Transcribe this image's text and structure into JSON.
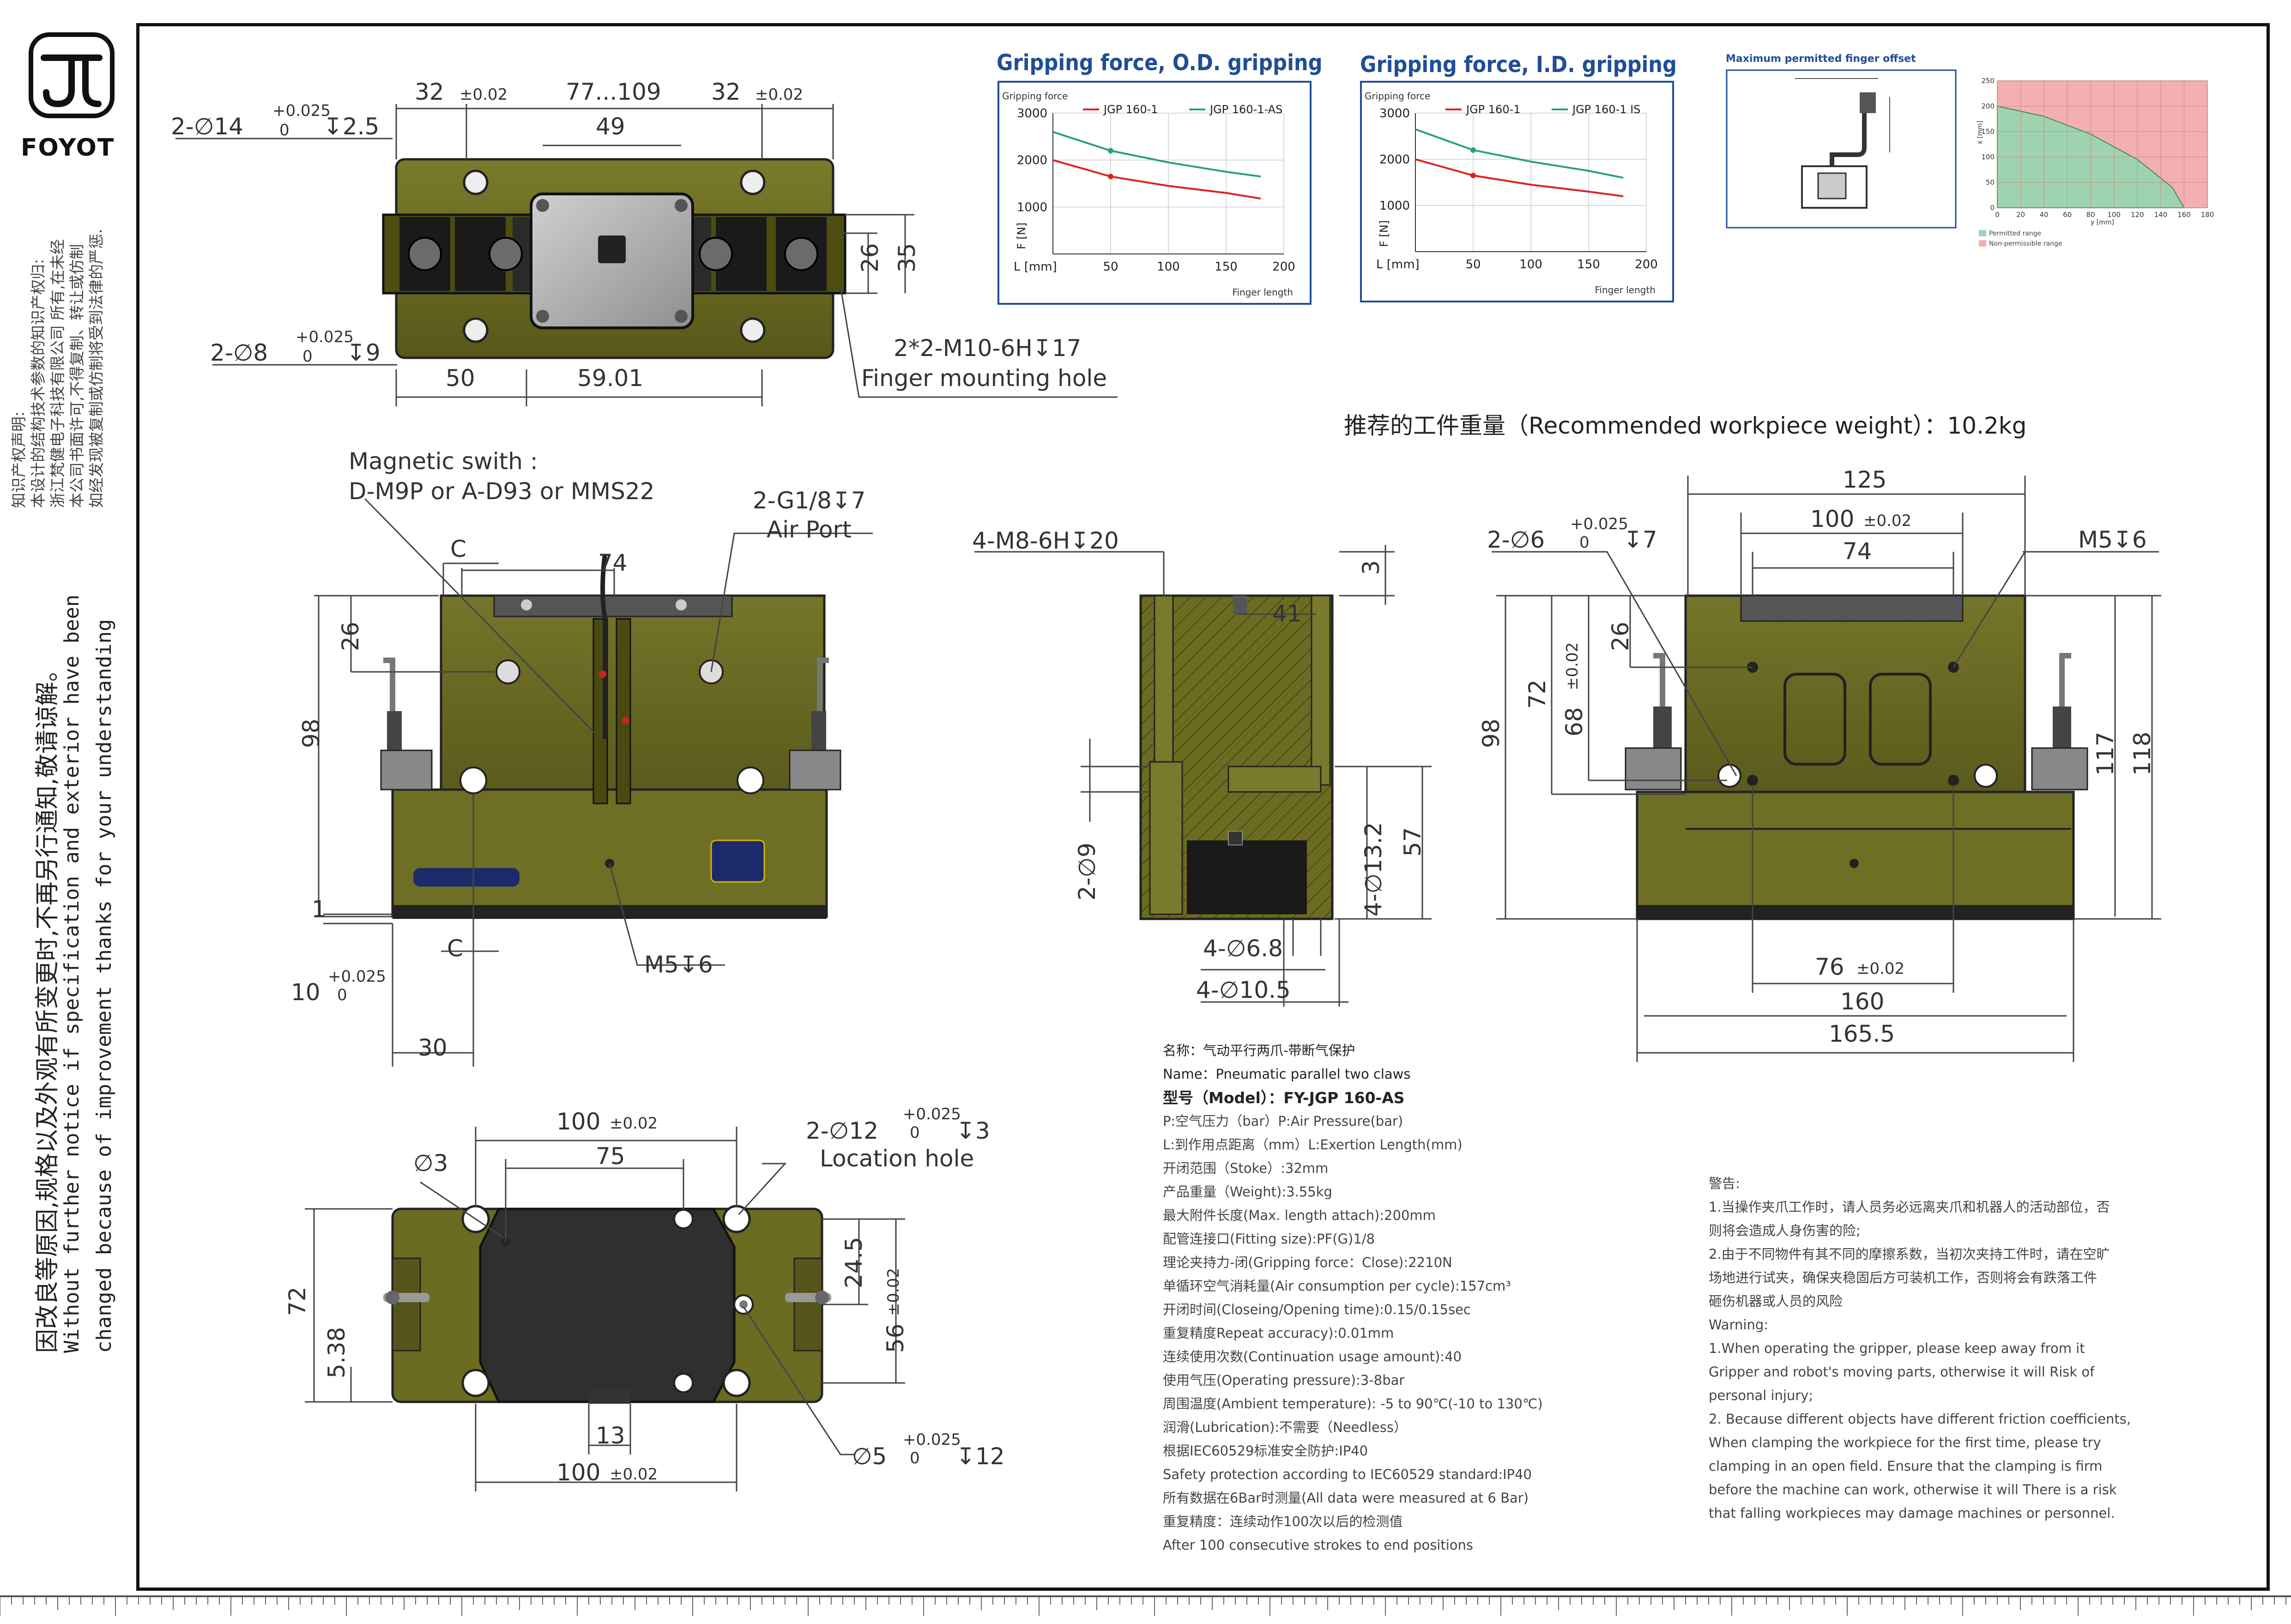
{
  "brand": {
    "name": "FOYOT"
  },
  "side_notes": {
    "ip_title": "知识产权声明:",
    "ip_lines": [
      "本设计的结构技术参数的知识产权归:",
      "浙江梵健电子科技有限公司 所有,在未经",
      "本公司书面许可,不得复制、转让或仿制",
      "如经发现被复制或仿制将受到法律的严惩."
    ],
    "change_cn": "因改良等原因,规格以及外观有所变更时,不再另行通知,敬请谅解。",
    "change_en_1": "Without further notice if specification and exterior have been",
    "change_en_2": "changed because of improvement thanks for your understanding"
  },
  "top_view": {
    "dims": {
      "d32_left": "32",
      "tol_left": "±0.02",
      "d77_109": "77...109",
      "d32_right": "32",
      "tol_right": "±0.02",
      "d49": "49",
      "hole14": "2-∅14",
      "hole14_tol_up": "+0.025",
      "hole14_tol_dn": "0",
      "hole14_depth": "↧2.5",
      "d26": "26",
      "d35": "35",
      "hole8": "2-∅8",
      "hole8_tol_up": "+0.025",
      "hole8_tol_dn": "0",
      "hole8_depth": "↧9",
      "d50": "50",
      "d59": "59.01",
      "finger_hole": "2*2-M10-6H↧17",
      "finger_label": "Finger mounting hole"
    }
  },
  "front_view": {
    "magnetic_label": "Magnetic swith :",
    "magnetic_models": "D-M9P or A-D93 or MMS22",
    "air_port": "2-G1/8↧7",
    "air_port_label": "Air Port",
    "section_c": "C",
    "d74": "74",
    "d26": "26",
    "d98": "98",
    "d1": "1",
    "m5": "M5↧6",
    "d10": "10",
    "d10_tol_up": "+0.025",
    "d10_tol_dn": "0",
    "d30": "30"
  },
  "section_view": {
    "tap": "4-M8-6H↧20",
    "d3": "3",
    "d41": "41",
    "d9": "2-∅9",
    "d13": "4-∅13.2",
    "d57": "57",
    "d68": "4-∅6.8",
    "d105": "4-∅10.5"
  },
  "side_view": {
    "d125": "125",
    "d100": "100",
    "d100_tol": "±0.02",
    "d74": "74",
    "hole6": "2-∅6",
    "hole6_tol_up": "+0.025",
    "hole6_tol_dn": "0",
    "hole6_depth": "↧7",
    "m5": "M5↧6",
    "d26": "26",
    "d72": "72",
    "d68": "68",
    "d68_tol": "±0.02",
    "d98": "98",
    "d117": "117",
    "d118": "118",
    "d76": "76",
    "d76_tol": "±0.02",
    "d160": "160",
    "d165": "165.5"
  },
  "bottom_view": {
    "d100_top": "100",
    "d100_top_tol": "±0.02",
    "d75": "75",
    "phi3": "∅3",
    "hole12": "2-∅12",
    "hole12_tol_up": "+0.025",
    "hole12_tol_dn": "0",
    "hole12_depth": "↧3",
    "location_label": "Location hole",
    "d72": "72",
    "d538": "5.38",
    "d245": "24.5",
    "d56": "56",
    "d56_tol": "±0.02",
    "d13": "13",
    "d100_bot": "100",
    "d100_bot_tol": "±0.02",
    "phi5": "∅5",
    "phi5_tol_up": "+0.025",
    "phi5_tol_dn": "0",
    "phi5_depth": "↧12"
  },
  "recommended_weight": "推荐的工件重量（Recommended workpiece weight）：10.2kg",
  "chart_data": [
    {
      "type": "line",
      "title": "Gripping force, O.D. gripping",
      "subtitle": "Gripping force",
      "ylabel": "F [N]",
      "xlabel": "L [mm]",
      "x_caption": "Finger length",
      "x": [
        0,
        50,
        100,
        150,
        200
      ],
      "ylim": [
        0,
        3000
      ],
      "xlim": [
        0,
        200
      ],
      "yticks": [
        1000,
        2000,
        3000
      ],
      "series": [
        {
          "name": "JGP 160-1",
          "color": "#e02020",
          "x": [
            0,
            50,
            100,
            150,
            180
          ],
          "y": [
            2000,
            1650,
            1450,
            1300,
            1180
          ]
        },
        {
          "name": "JGP 160-1-AS",
          "color": "#2aa070",
          "x": [
            0,
            50,
            100,
            150,
            180
          ],
          "y": [
            2600,
            2200,
            1950,
            1750,
            1650
          ]
        }
      ]
    },
    {
      "type": "line",
      "title": "Gripping force, I.D. gripping",
      "subtitle": "Gripping force",
      "ylabel": "F [N]",
      "xlabel": "L [mm]",
      "x_caption": "Finger length",
      "x": [
        0,
        50,
        100,
        150,
        200
      ],
      "ylim": [
        0,
        3000
      ],
      "xlim": [
        0,
        200
      ],
      "yticks": [
        1000,
        2000,
        3000
      ],
      "series": [
        {
          "name": "JGP 160-1",
          "color": "#e02020",
          "x": [
            0,
            50,
            100,
            150,
            180
          ],
          "y": [
            2000,
            1650,
            1450,
            1300,
            1200
          ]
        },
        {
          "name": "JGP 160-1 IS",
          "color": "#2aa070",
          "x": [
            0,
            50,
            100,
            150,
            180
          ],
          "y": [
            2650,
            2200,
            1950,
            1750,
            1600
          ]
        }
      ]
    },
    {
      "type": "area",
      "title": "Maximum permitted finger offset",
      "ylabel": "x [mm]",
      "xlabel": "y [mm]",
      "xticks": [
        0,
        20,
        40,
        60,
        80,
        100,
        120,
        140,
        160,
        180
      ],
      "yticks": [
        0,
        50,
        100,
        150,
        200,
        250
      ],
      "xlim": [
        0,
        180
      ],
      "ylim": [
        0,
        250
      ],
      "series": [
        {
          "name": "Permitted range",
          "color": "#9fd3b0",
          "x": [
            0,
            40,
            80,
            120,
            150,
            160
          ],
          "y": [
            200,
            180,
            145,
            95,
            40,
            0
          ]
        },
        {
          "name": "Non-permissible range",
          "color": "#f3b0b0"
        }
      ]
    }
  ],
  "specs": {
    "name_cn": "名称：气动平行两爪-带断气保护",
    "name_en": "Name：Pneumatic parallel two claws",
    "model": "型号（Model）：FY-JGP 160-AS",
    "lines": [
      "P:空气压力（bar）P:Air Pressure(bar)",
      "L:到作用点距离（mm）L:Exertion Length(mm)",
      "开闭范围（Stoke）:32mm",
      "产品重量（Weight):3.55kg",
      "最大附件长度(Max. length attach):200mm",
      "配管连接口(Fitting size):PF(G)1/8",
      "理论夹持力-闭(Gripping force：Close):2210N",
      "单循环空气消耗量(Air consumption per cycle):157cm³",
      "开闭时间(Closeing/Opening time):0.15/0.15sec",
      "重复精度Repeat accuracy):0.01mm",
      "连续使用次数(Continuation usage amount):40",
      "使用气压(Operating pressure):3-8bar",
      "周围温度(Ambient temperature): -5 to 90℃(-10 to 130℃)",
      "润滑(Lubrication):不需要（Needless）",
      "根据IEC60529标准安全防护:IP40",
      "Safety protection according to IEC60529 standard:IP40",
      "所有数据在6Bar时测量(All data were measured at 6 Bar)",
      "重复精度：连续动作100次以后的检测值",
      "After 100 consecutive strokes to end positions"
    ]
  },
  "warning": {
    "lines": [
      "警告:",
      "1.当操作夹爪工作时，请人员务必远离夹爪和机器人的活动部位，否",
      "则将会造成人身伤害的险;",
      "2.由于不同物件有其不同的摩擦系数，当初次夹持工件时，请在空旷",
      "场地进行试夹，确保夹稳固后方可装机工作，否则将会有跌落工件",
      "砸伤机器或人员的风险",
      "Warning:",
      "1.When operating the gripper, please keep away from it",
      "Gripper and robot's moving parts, otherwise it will Risk of",
      "personal injury;",
      "2. Because different objects have different friction coefficients,",
      "When clamping the workpiece for the first time, please try",
      "clamping in an open field. Ensure that the clamping is firm",
      "before the machine can work, otherwise it will There is a risk",
      "that falling workpieces may damage machines or personnel."
    ]
  },
  "colors": {
    "body": "#6b6b22",
    "body_light": "#8a8a36",
    "body_dark": "#4d4d12",
    "steel": "#b0b0b0",
    "black": "#1a1a1a",
    "chart_blue": "#1f4e96"
  }
}
